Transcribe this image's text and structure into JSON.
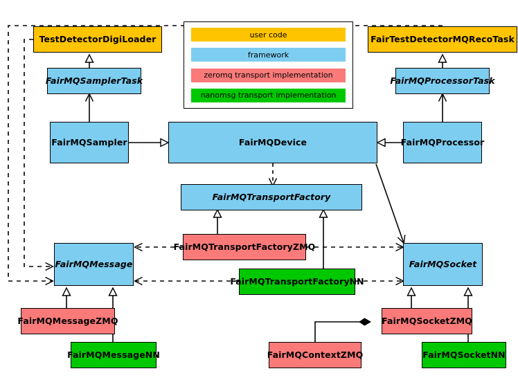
{
  "diagram": {
    "title": "FairMQ class hierarchy",
    "type": "uml-class-diagram",
    "colors": {
      "user_code": "#FFC400",
      "framework": "#7DCDF0",
      "zeromq_transport": "#FA7A7A",
      "nanomsg_transport": "#00C800",
      "background": "#FFFFFF",
      "line": "#000000"
    }
  },
  "legend": {
    "items": [
      {
        "label": "user code",
        "color": "#FFC400"
      },
      {
        "label": "framework",
        "color": "#7DCDF0"
      },
      {
        "label": "zeromq transport implementation",
        "color": "#FA7A7A"
      },
      {
        "label": "nanomsg transport implementation",
        "color": "#00C800"
      }
    ]
  },
  "nodes": [
    {
      "id": "TestDetectorDigiLoader",
      "label": "TestDetectorDigiLoader",
      "category": "user code",
      "abstract": false
    },
    {
      "id": "FairTestDetectorMQRecoTask",
      "label": "FairTestDetectorMQRecoTask",
      "category": "user code",
      "abstract": false
    },
    {
      "id": "FairMQSamplerTask",
      "label": "FairMQSamplerTask",
      "category": "framework",
      "abstract": true
    },
    {
      "id": "FairMQProcessorTask",
      "label": "FairMQProcessorTask",
      "category": "framework",
      "abstract": true
    },
    {
      "id": "FairMQSampler",
      "label": "FairMQSampler",
      "category": "framework",
      "abstract": false
    },
    {
      "id": "FairMQDevice",
      "label": "FairMQDevice",
      "category": "framework",
      "abstract": false
    },
    {
      "id": "FairMQProcessor",
      "label": "FairMQProcessor",
      "category": "framework",
      "abstract": false
    },
    {
      "id": "FairMQTransportFactory",
      "label": "FairMQTransportFactory",
      "category": "framework",
      "abstract": true
    },
    {
      "id": "FairMQTransportFactoryZMQ",
      "label": "FairMQTransportFactoryZMQ",
      "category": "zeromq transport implementation",
      "abstract": false
    },
    {
      "id": "FairMQTransportFactoryNN",
      "label": "FairMQTransportFactoryNN",
      "category": "nanomsg transport implementation",
      "abstract": false
    },
    {
      "id": "FairMQMessage",
      "label": "FairMQMessage",
      "category": "framework",
      "abstract": true
    },
    {
      "id": "FairMQSocket",
      "label": "FairMQSocket",
      "category": "framework",
      "abstract": true
    },
    {
      "id": "FairMQMessageZMQ",
      "label": "FairMQMessageZMQ",
      "category": "zeromq transport implementation",
      "abstract": false
    },
    {
      "id": "FairMQMessageNN",
      "label": "FairMQMessageNN",
      "category": "nanomsg transport implementation",
      "abstract": false
    },
    {
      "id": "FairMQContextZMQ",
      "label": "FairMQContextZMQ",
      "category": "zeromq transport implementation",
      "abstract": false
    },
    {
      "id": "FairMQSocketZMQ",
      "label": "FairMQSocketZMQ",
      "category": "zeromq transport implementation",
      "abstract": false
    },
    {
      "id": "FairMQSocketNN",
      "label": "FairMQSocketNN",
      "category": "nanomsg transport implementation",
      "abstract": false
    }
  ],
  "edges": [
    {
      "from": "TestDetectorDigiLoader",
      "to": "FairMQSamplerTask",
      "kind": "generalization"
    },
    {
      "from": "FairTestDetectorMQRecoTask",
      "to": "FairMQProcessorTask",
      "kind": "generalization"
    },
    {
      "from": "FairMQSampler",
      "to": "FairMQSamplerTask",
      "kind": "association"
    },
    {
      "from": "FairMQProcessor",
      "to": "FairMQProcessorTask",
      "kind": "association"
    },
    {
      "from": "FairMQSampler",
      "to": "FairMQDevice",
      "kind": "generalization"
    },
    {
      "from": "FairMQProcessor",
      "to": "FairMQDevice",
      "kind": "generalization"
    },
    {
      "from": "FairMQDevice",
      "to": "FairMQTransportFactory",
      "kind": "dependency"
    },
    {
      "from": "FairMQDevice",
      "to": "FairMQSocket",
      "kind": "association"
    },
    {
      "from": "FairMQTransportFactoryZMQ",
      "to": "FairMQTransportFactory",
      "kind": "generalization"
    },
    {
      "from": "FairMQTransportFactoryNN",
      "to": "FairMQTransportFactory",
      "kind": "generalization"
    },
    {
      "from": "FairMQTransportFactoryZMQ",
      "to": "FairMQMessage",
      "kind": "dependency"
    },
    {
      "from": "FairMQTransportFactoryZMQ",
      "to": "FairMQSocket",
      "kind": "dependency"
    },
    {
      "from": "FairMQTransportFactoryNN",
      "to": "FairMQMessage",
      "kind": "dependency"
    },
    {
      "from": "FairMQTransportFactoryNN",
      "to": "FairMQSocket",
      "kind": "dependency"
    },
    {
      "from": "FairTestDetectorMQRecoTask",
      "to": "FairMQMessage",
      "kind": "dependency"
    },
    {
      "from": "TestDetectorDigiLoader",
      "to": "FairMQMessage",
      "kind": "dependency"
    },
    {
      "from": "FairMQMessageZMQ",
      "to": "FairMQMessage",
      "kind": "generalization"
    },
    {
      "from": "FairMQMessageNN",
      "to": "FairMQMessage",
      "kind": "generalization"
    },
    {
      "from": "FairMQSocketZMQ",
      "to": "FairMQSocket",
      "kind": "generalization"
    },
    {
      "from": "FairMQSocketNN",
      "to": "FairMQSocket",
      "kind": "generalization"
    },
    {
      "from": "FairMQContextZMQ",
      "to": "FairMQSocketZMQ",
      "kind": "composition"
    }
  ]
}
